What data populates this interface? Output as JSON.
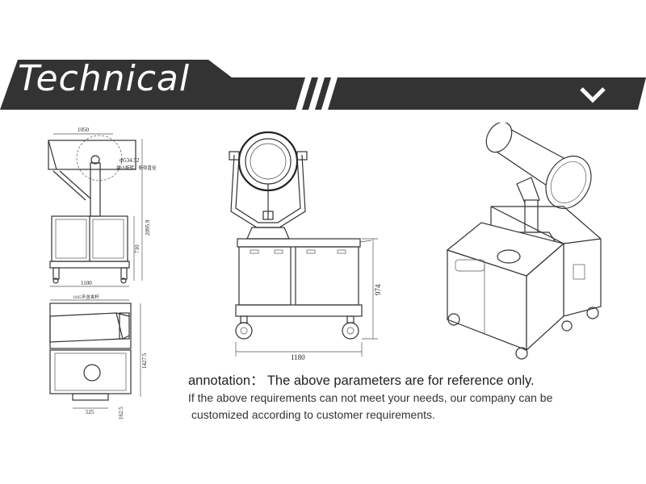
{
  "header": {
    "title": "Technical"
  },
  "front_view": {
    "dim_top_width": "1050",
    "dim_nozzle": "Φ534.52",
    "dim_nozzle_note": "最小旋转，俯仰直径",
    "dim_total_height": "2095.9",
    "dim_box_height": "710",
    "dim_base_width": "1100"
  },
  "top_view": {
    "dim_inner_width": "1165不含夹杆",
    "dim_depth": "1427.5",
    "dim_handle_width": "525",
    "dim_handle_depth": "162.5"
  },
  "side_view": {
    "dim_height": "974",
    "dim_width": "1180"
  },
  "notes": {
    "annotation": "annotation： The above parameters are for reference only.",
    "line1": "If the above requirements can not meet your needs, our company can be",
    "line2": "customized according to customer requirements."
  },
  "colors": {
    "banner": "#333333",
    "stripe": "#ffffff"
  }
}
